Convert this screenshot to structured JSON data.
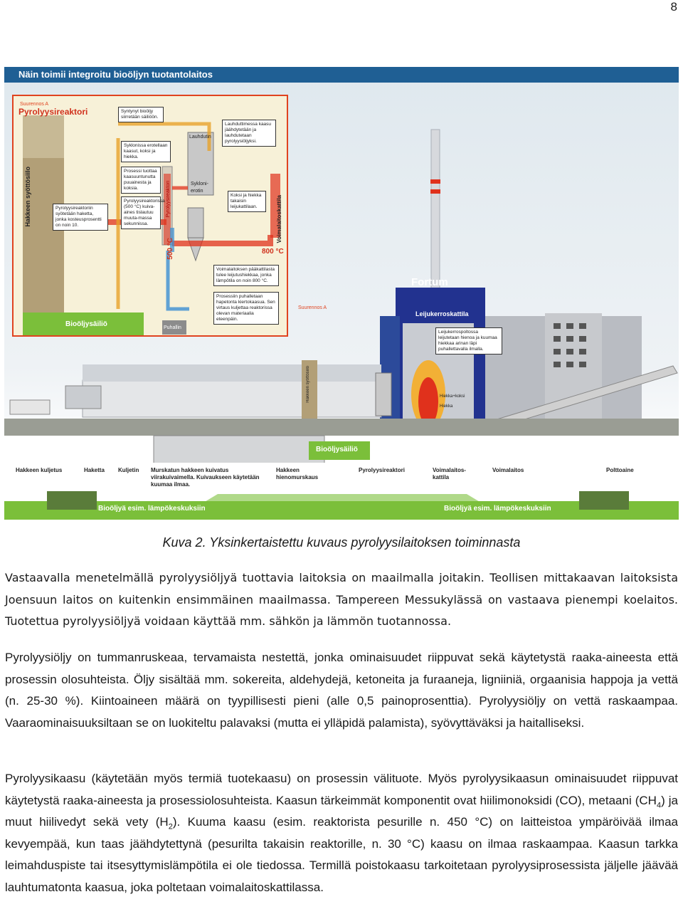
{
  "page_number": "8",
  "figure": {
    "header": "Näin toimii integroitu bioöljyn tuotantolaitos",
    "suurennos_a_top": "Suurennos A",
    "reactor_title": "Pyrolyysireaktori",
    "reactor_mid_small": "Suurennos A",
    "brand": "Fortum",
    "boiler_label": "Leijukerroskattila",
    "vertical_labels": {
      "feed": "Hakkeen syöttösiilo",
      "reactor": "Pyrolyysireaktori",
      "boiler": "Voimalaitoskattila",
      "feed_lower": "Hakkeen syöttösiilo"
    },
    "small_labels": {
      "lauhdutin": "Lauhdutin",
      "sykloni": "Sykloni-\nerotin",
      "puhallin": "Puhallin",
      "hiekka_koksi": "Hiekka+koksi",
      "hiekka": "Hiekka"
    },
    "temps": {
      "t500": "500 °C",
      "t800": "800 °C"
    },
    "tanks": {
      "upper": "Bioöljysäiliö",
      "lower": "Bioöljysäiliö"
    },
    "callouts": {
      "syntynyt": "Syntynyt bioöljy siirretään säiliöön.",
      "syklonissa": "Syklonissa erotellaan kaasut, koksi ja hiekka.",
      "lauhdutin_note": "Lauhduttimessa kaasu jäähdytetään ja lauhdutetaan pyrolyysiöljyksi.",
      "prosessi": "Prosessi tuottaa kaasuuntunutta puuainesta ja koksia.",
      "pyro_note": "Pyrolyysireaktorissa (500 °C) kuiva-aines tislautuu muuta-massa sekunnissa.",
      "syotetaan": "Pyrolyysireaktoriin syötetään haketta, jonka kosteusprosentti on noin 10.",
      "koksi": "Koksi ja hiekka takaisin leijukattilaan.",
      "voimalaitos": "Voimalaitoksen pääkattilasta tulee leijutushiekkaa, jonka lämpötila on noin 800 °C.",
      "puhallus": "Prosessiin puhalletaan hapetonta kiertokaasua. Sen virtaus kuljettaa reaktorissa olevan materiaalia eteenpäin.",
      "leijukerros": "Leijukerrospoltossa leijutetaan hienoa ja kuumaa hiekkaa arinan läpi puhallettavalla ilmalla."
    },
    "process_steps": [
      "Hakkeen kuljetus",
      "Haketta",
      "Kuljetin",
      "Murskatun hakkeen kuivatus viirakuivaimella. Kuivaukseen käytetään kuumaa ilmaa.",
      "Hakkeen hienomurskaus",
      "Pyrolyysireaktori",
      "Voimalaitos-kattila",
      "Voimalaitos",
      "Polttoaine"
    ],
    "output_left": "Bioöljyä esim. lämpökeskuksiin",
    "output_right": "Bioöljyä esim. lämpökeskuksiin",
    "colors": {
      "header_blue": "#1f5f94",
      "tank_green": "#7bbf3a",
      "hot_red": "#e0311c",
      "dark_blue": "#22328f"
    }
  },
  "caption": "Kuva 2. Yksinkertaistettu kuvaus pyrolyysilaitoksen toiminnasta",
  "paragraphs": {
    "p1": "Vastaavalla menetelmällä pyrolyysiöljyä tuottavia laitoksia on maailmalla joitakin. Teollisen mittakaavan laitoksista Joensuun laitos on kuitenkin ensimmäinen maailmassa. Tampereen Messukylässä on vastaava pienempi koelaitos. Tuotettua pyrolyysiöljyä voidaan käyttää mm. sähkön ja lämmön tuotannossa.",
    "p2": "Pyrolyysiöljy on tummanruskeaa, tervamaista nestettä, jonka ominaisuudet riippuvat sekä käytetystä raaka-aineesta että prosessin olosuhteista. Öljy sisältää mm. sokereita, aldehydejä, ketoneita ja furaaneja, ligniiniä, orgaanisia happoja ja vettä (n. 25-30 %). Kiintoaineen määrä on tyypillisesti pieni (alle 0,5 painoprosenttia). Pyrolyysiöljy on vettä raskaampaa. Vaaraominaisuuksiltaan se on luokiteltu palavaksi (mutta ei ylläpidä palamista), syövyttäväksi ja haitalliseksi.",
    "p3": {
      "a": "Pyrolyysikaasu (käytetään myös termiä tuotekaasu) on prosessin välituote. Myös pyrolyysikaasun ominaisuudet riippuvat käytetystä raaka-aineesta ja prosessiolosuhteista. Kaasun tärkeimmät komponentit ovat hiilimonoksidi (CO), metaani (CH",
      "sub1": "4",
      "b": ") ja muut hiilivedyt sekä vety (H",
      "sub2": "2",
      "c": "). Kuuma kaasu (esim. reaktorista pesurille n. 450 °C) on laitteistoa ympäröivää ilmaa kevyempää, kun taas jäähdytettynä (pesurilta takaisin reaktorille, n. 30 °C) kaasu on ilmaa raskaampaa. Kaasun tarkka leimahduspiste tai itsesyttymislämpötila ei ole tiedossa. Termillä poistokaasu tarkoitetaan pyrolyysiprosessista jäljelle jäävää lauhtumatonta kaasua, joka poltetaan voimalaitoskattilassa."
    }
  }
}
